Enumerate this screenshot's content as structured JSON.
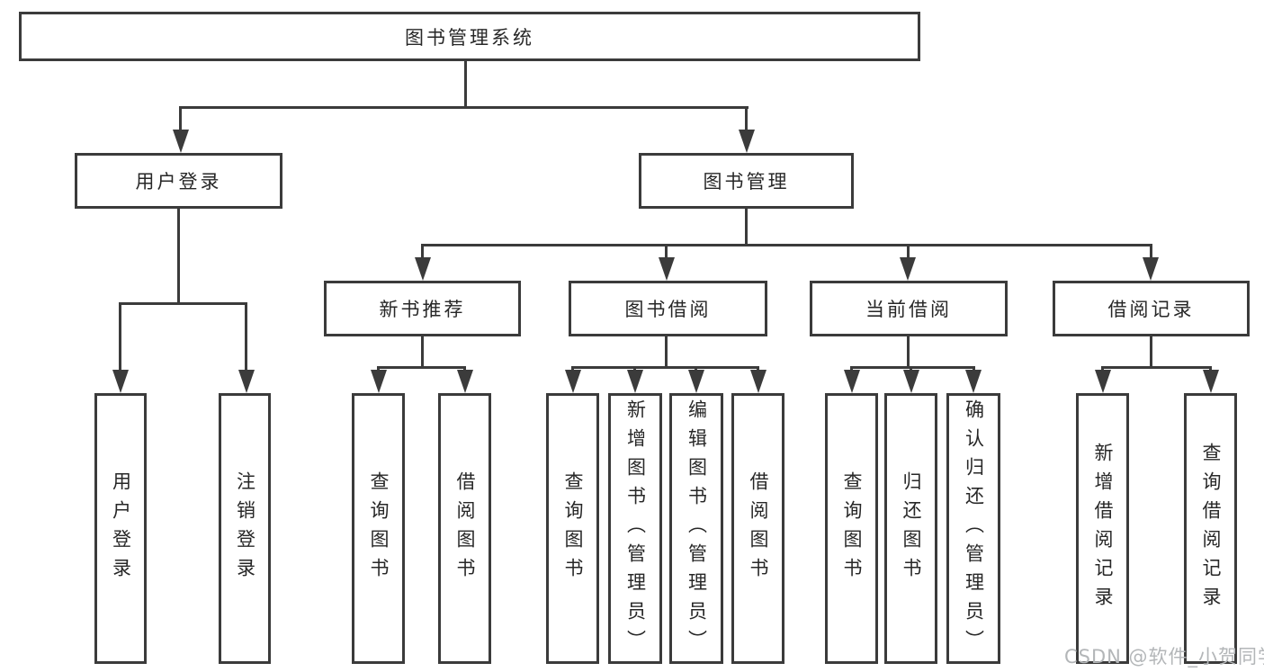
{
  "tree": {
    "root": "图书管理系统",
    "children": [
      {
        "label": "用户登录",
        "children": [
          "用户登录",
          "注销登录"
        ]
      },
      {
        "label": "图书管理",
        "children": [
          {
            "label": "新书推荐",
            "children": [
              "查询图书",
              "借阅图书"
            ]
          },
          {
            "label": "图书借阅",
            "children": [
              "查询图书",
              "新增图书（管理员）",
              "编辑图书（管理员）",
              "借阅图书"
            ]
          },
          {
            "label": "当前借阅",
            "children": [
              "查询图书",
              "归还图书",
              "确认归还（管理员）"
            ]
          },
          {
            "label": "借阅记录",
            "children": [
              "新增借阅记录",
              "查询借阅记录"
            ]
          }
        ]
      }
    ]
  },
  "watermark": "CSDN @软件_小贺同学",
  "colors": {
    "line": "#3b3b3b",
    "text": "#272727",
    "box_background": "#ffffff",
    "watermark": "#b3b6b8",
    "page_background": "#ffffff"
  }
}
